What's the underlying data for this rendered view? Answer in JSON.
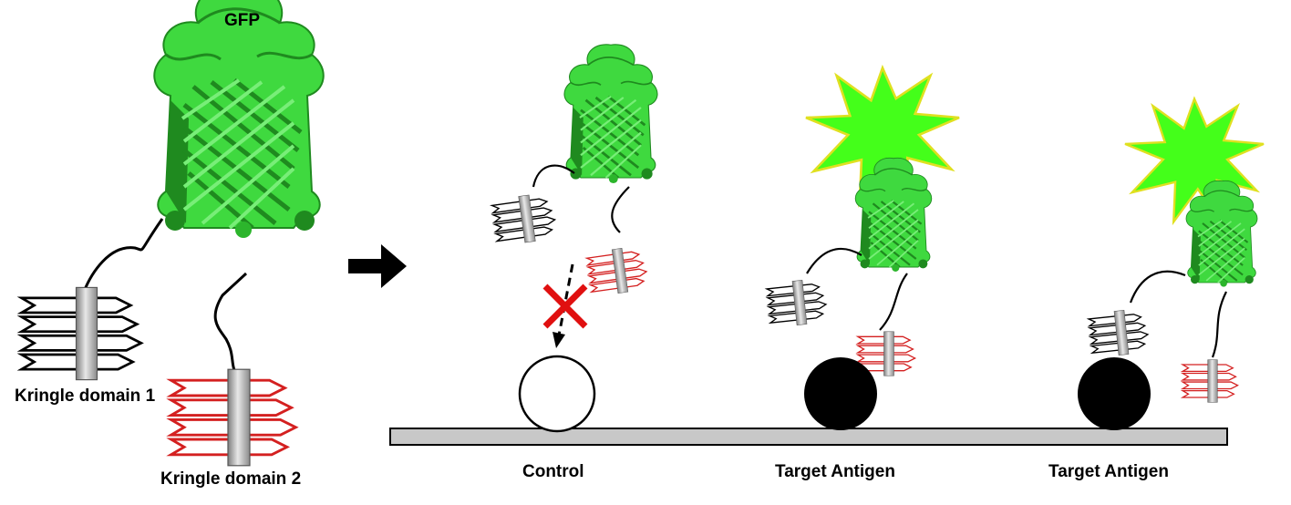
{
  "labels": {
    "gfp": "GFP",
    "kringle_domain_1": "Kringle domain 1",
    "kringle_domain_2": "Kringle domain 2",
    "control": "Control",
    "target_antigen_1": "Target Antigen",
    "target_antigen_2": "Target Antigen"
  },
  "colors": {
    "gfp_light": "#3fd93f",
    "gfp_dark": "#1f8a1f",
    "kringle_1_outline": "#000000",
    "kringle_2_outline": "#d42020",
    "rod_gray": "#b0b0b0",
    "fluorescence_burst": "#44ff1a",
    "burst_edge": "#e0e020",
    "no_binding_cross": "#e01010",
    "antigen_fill": "#000000",
    "control_fill": "#ffffff",
    "surface_fill": "#c8c8c8"
  },
  "icons": {
    "arrow": "right-arrow-icon",
    "cross": "no-binding-cross-icon",
    "burst": "fluorescence-burst-icon"
  }
}
